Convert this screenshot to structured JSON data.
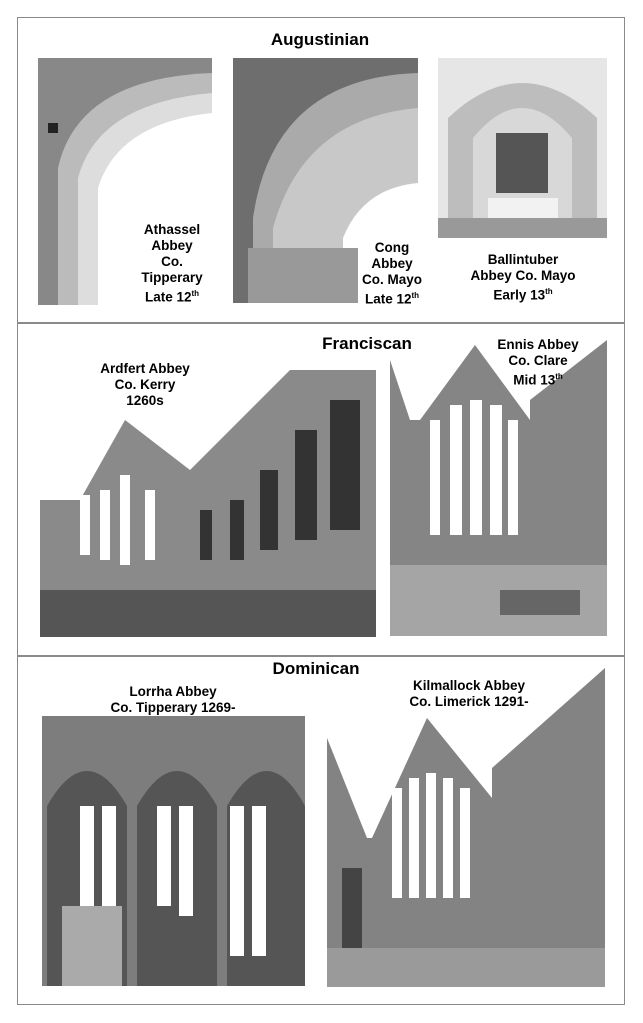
{
  "sections": [
    {
      "title": "Augustinian",
      "items": [
        {
          "lines": [
            "Athassel",
            "Abbey",
            "Co.",
            "Tipperary",
            "Late 12"
          ],
          "sup": "th"
        },
        {
          "lines": [
            "Cong",
            "Abbey",
            "Co. Mayo",
            "Late 12"
          ],
          "sup": "th"
        },
        {
          "lines": [
            "Ballintuber",
            "Abbey Co. Mayo",
            "Early 13"
          ],
          "sup": "th"
        }
      ]
    },
    {
      "title": "Franciscan",
      "items": [
        {
          "lines": [
            "Ardfert Abbey",
            "Co. Kerry",
            "1260s"
          ],
          "sup": ""
        },
        {
          "lines": [
            "Ennis Abbey",
            "Co. Clare",
            "Mid 13"
          ],
          "sup": "th"
        }
      ]
    },
    {
      "title": "Dominican",
      "items": [
        {
          "lines": [
            "Lorrha Abbey",
            "Co. Tipperary 1269-"
          ],
          "sup": ""
        },
        {
          "lines": [
            "Kilmallock Abbey",
            "Co. Limerick 1291-"
          ],
          "sup": ""
        }
      ]
    }
  ]
}
